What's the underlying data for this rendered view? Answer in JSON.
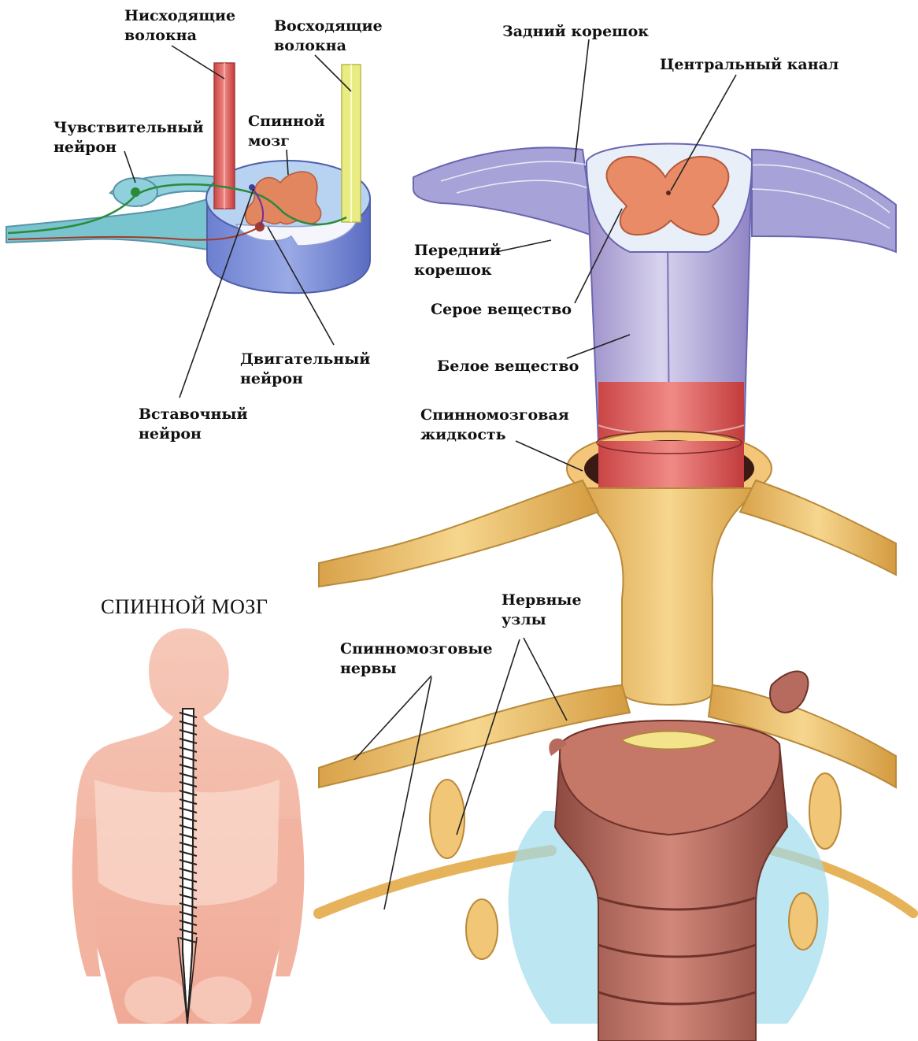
{
  "title": "СПИННОЙ МОЗГ",
  "labels": {
    "descending_1": "Нисходящие",
    "descending_2": "волокна",
    "ascending_1": "Восходящие",
    "ascending_2": "волокна",
    "sensory_1": "Чувствительный",
    "sensory_2": "нейрон",
    "spinal_cord_1": "Спинной",
    "spinal_cord_2": "мозг",
    "motor_1": "Двигательный",
    "motor_2": "нейрон",
    "interneuron_1": "Вставочный",
    "interneuron_2": "нейрон",
    "dorsal_root": "Задний корешок",
    "central_canal": "Центральный канал",
    "ventral_root_1": "Передний",
    "ventral_root_2": "корешок",
    "gray_matter": "Серое вещество",
    "white_matter": "Белое вещество",
    "csf_1": "Спинномозговая",
    "csf_2": "жидкость",
    "ganglia_1": "Нервные",
    "ganglia_2": "узлы",
    "spinal_nerves_1": "Спинномозговые",
    "spinal_nerves_2": "нервы"
  },
  "colors": {
    "descending_fibers": "#d9606a",
    "ascending_fibers": "#e8ea7a",
    "gray_matter": "#e0825e",
    "white_matter": "#c9d3ec",
    "cord_section": "#a8b7e6",
    "nerve_yellow": "#e8b95a",
    "vertebra": "#b76b5e",
    "body_silhouette": "#f2b6a3",
    "sensory_neuron": "#2b8a3a",
    "motor_neuron": "#a23b2a",
    "csf_tissue": "#7fd1e8"
  }
}
